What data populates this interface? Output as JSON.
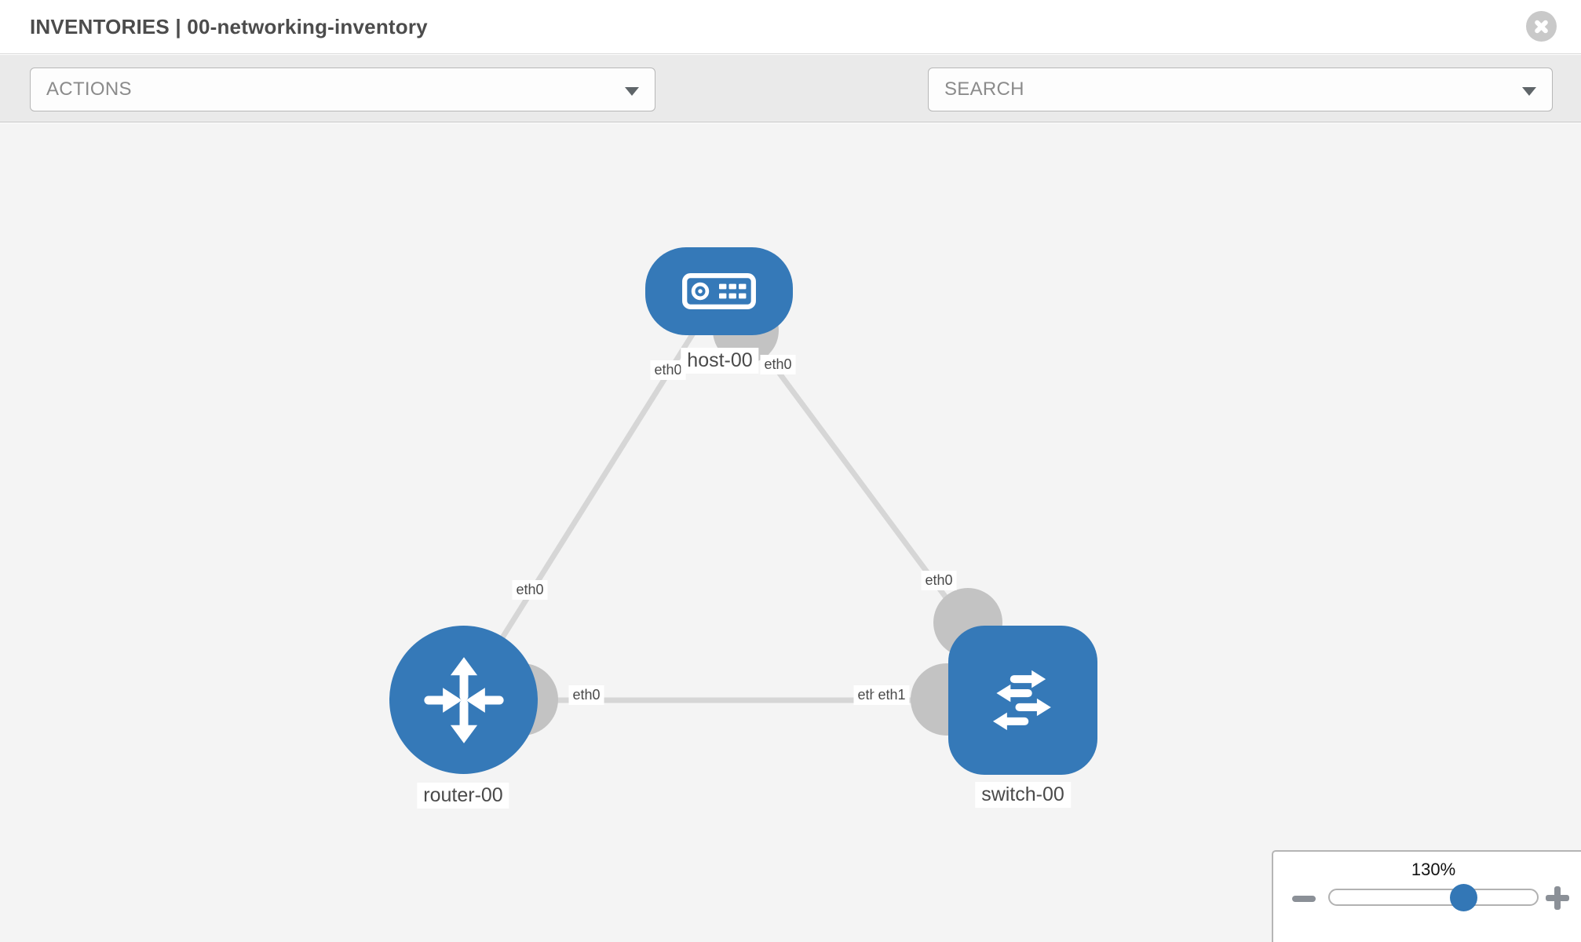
{
  "header": {
    "title": "INVENTORIES | 00-networking-inventory"
  },
  "toolbar": {
    "actions_label": "ACTIONS",
    "search_label": "SEARCH",
    "icons": [
      "wrench-icon",
      "key-icon"
    ]
  },
  "topology": {
    "nodes": {
      "host": {
        "label": "host-00",
        "type": "host"
      },
      "router": {
        "label": "router-00",
        "type": "router"
      },
      "switch": {
        "label": "switch-00",
        "type": "switch"
      }
    },
    "interfaces": {
      "host_to_router": "eth0",
      "host_to_switch": "eth0",
      "router_to_host": "eth0",
      "switch_to_host": "eth0",
      "router_to_switch": "eth0",
      "switch_to_router_a": "eth0",
      "switch_to_router_b": "eth1"
    }
  },
  "zoom_control": {
    "level": "130%"
  },
  "colors": {
    "node_blue": "#3579b8",
    "link_gray": "#d6d6d6",
    "endpoint_gray": "#c3c3c3",
    "canvas_bg": "#f4f4f4",
    "toolbar_bg": "#eaeaea"
  }
}
